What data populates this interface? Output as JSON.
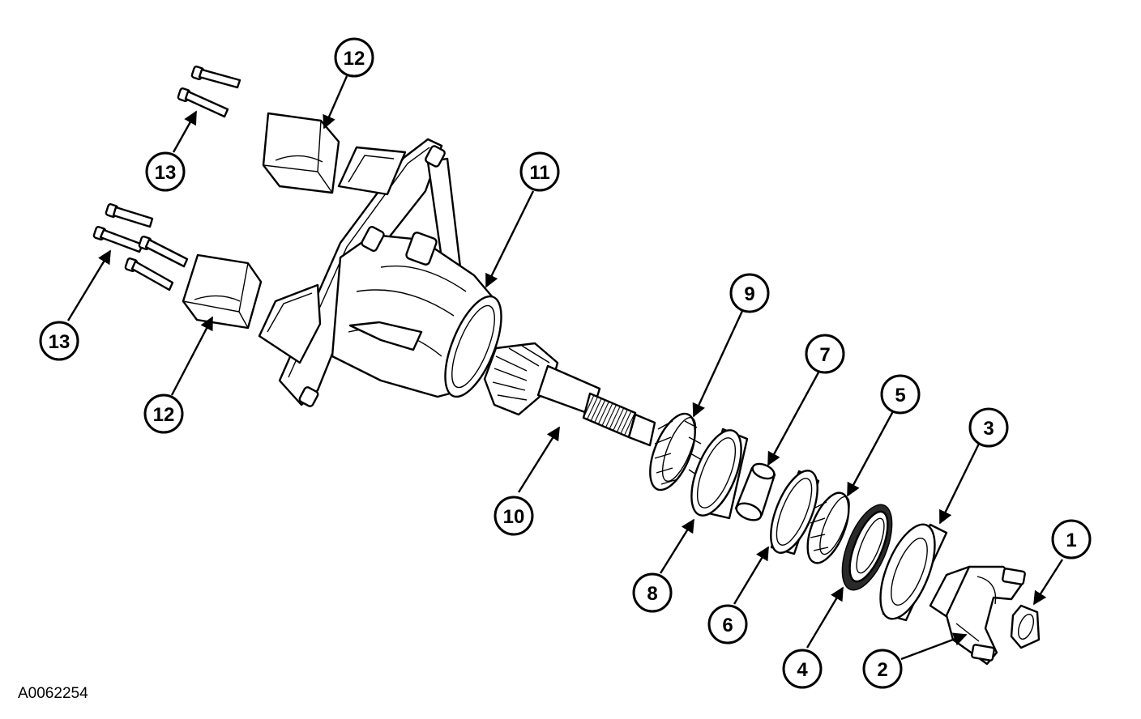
{
  "figure_id": "A0062254",
  "callouts": [
    "1",
    "2",
    "3",
    "4",
    "5",
    "6",
    "7",
    "8",
    "9",
    "10",
    "11",
    "12",
    "12",
    "13",
    "13"
  ],
  "colors": {
    "line": "#000000",
    "background": "#ffffff",
    "shade": "#e6e6e6"
  }
}
